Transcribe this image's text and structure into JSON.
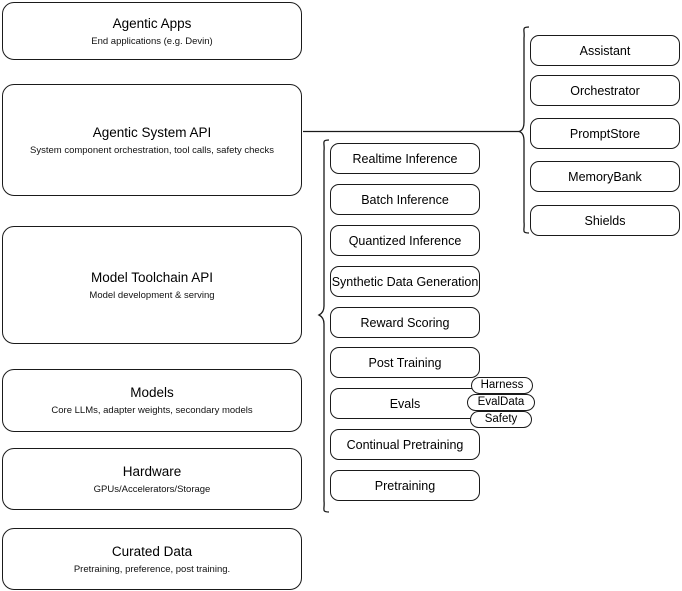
{
  "diagram": {
    "title": "Llama Stack layered architecture",
    "line_color": "#1a1a1a",
    "background": "#ffffff"
  },
  "layers": [
    {
      "id": "agentic-apps",
      "title": "Agentic Apps",
      "subtitle": "End applications (e.g. Devin)"
    },
    {
      "id": "agentic-system-api",
      "title": "Agentic System API",
      "subtitle": "System component orchestration, tool calls, safety checks"
    },
    {
      "id": "model-toolchain-api",
      "title": "Model Toolchain API",
      "subtitle": "Model development & serving"
    },
    {
      "id": "models",
      "title": "Models",
      "subtitle": "Core LLMs, adapter weights, secondary models"
    },
    {
      "id": "hardware",
      "title": "Hardware",
      "subtitle": "GPUs/Accelerators/Storage"
    },
    {
      "id": "curated-data",
      "title": "Curated Data",
      "subtitle": "Pretraining, preference, post training."
    }
  ],
  "toolchain_items": [
    {
      "id": "realtime-inference",
      "label": "Realtime Inference"
    },
    {
      "id": "batch-inference",
      "label": "Batch Inference"
    },
    {
      "id": "quantized-inference",
      "label": "Quantized Inference"
    },
    {
      "id": "synthetic-data-generation",
      "label": "Synthetic Data Generation"
    },
    {
      "id": "reward-scoring",
      "label": "Reward Scoring"
    },
    {
      "id": "post-training",
      "label": "Post Training"
    },
    {
      "id": "evals",
      "label": "Evals"
    },
    {
      "id": "continual-pretraining",
      "label": "Continual Pretraining"
    },
    {
      "id": "pretraining",
      "label": "Pretraining"
    }
  ],
  "eval_tags": [
    {
      "id": "harness",
      "label": "Harness"
    },
    {
      "id": "evaldata",
      "label": "EvalData"
    },
    {
      "id": "safety",
      "label": "Safety"
    }
  ],
  "system_items": [
    {
      "id": "assistant",
      "label": "Assistant"
    },
    {
      "id": "orchestrator",
      "label": "Orchestrator"
    },
    {
      "id": "promptstore",
      "label": "PromptStore"
    },
    {
      "id": "memorybank",
      "label": "MemoryBank"
    },
    {
      "id": "shields",
      "label": "Shields"
    }
  ]
}
